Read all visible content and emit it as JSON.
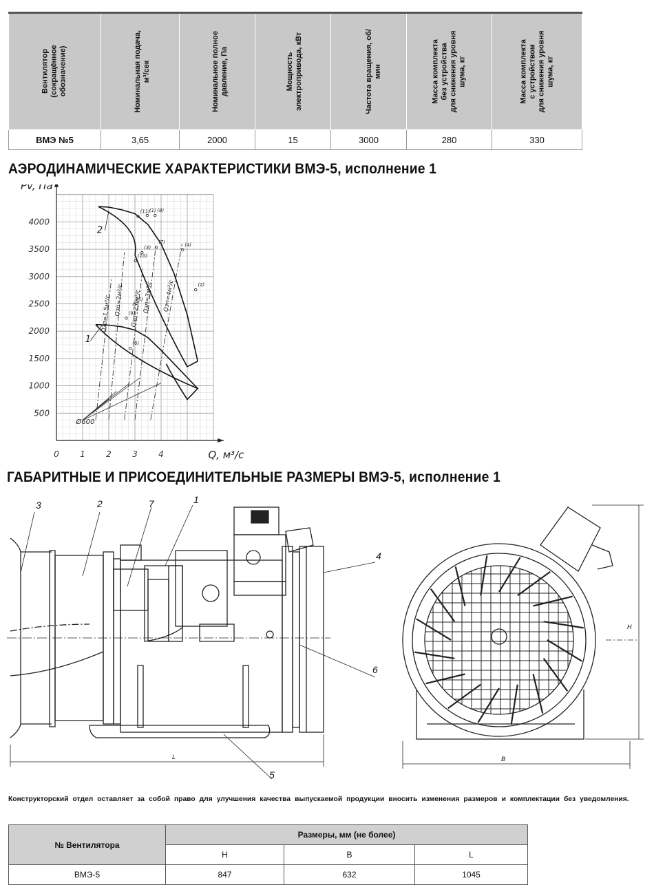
{
  "spec_table": {
    "headers": [
      "Вентилятор\n(сокращённое\nобозначение)",
      "Номинальная подача,\nм³/сек",
      "Номинальное полное\nдавление, Па",
      "Мощность\nэлектропривода, кВт",
      "Частота вращения, об/\nмин",
      "Масса комплекта\nбез устройства\nдля снижения уровня\nшума, кг",
      "Масса комплекта\nс устройством\nдля снижения уровня\nшума, кг"
    ],
    "row": [
      "ВМЭ №5",
      "3,65",
      "2000",
      "15",
      "3000",
      "280",
      "330"
    ]
  },
  "section1_title": "АЭРОДИНАМИЧЕСКИЕ ХАРАКТЕРИСТИКИ ВМЭ-5, исполнение 1",
  "section2_title": "ГАБАРИТНЫЕ И ПРИСОЕДИНИТЕЛЬНЫЕ РАЗМЕРЫ ВМЭ-5, исполнение 1",
  "chart_data": {
    "type": "line",
    "ylabel": "Pv, Па",
    "xlabel": "Q, м³/с",
    "xlim": [
      0,
      6
    ],
    "ylim": [
      0,
      4500
    ],
    "x_ticks": [
      "0",
      "1",
      "2",
      "3",
      "4"
    ],
    "y_ticks": [
      "500",
      "1000",
      "1500",
      "2000",
      "2500",
      "3000",
      "3500",
      "4000"
    ],
    "curve_labels": [
      "1",
      "2"
    ],
    "annotations": [
      "Ø600",
      "Qзп=1,5м³/с",
      "Qзп=2м³/с",
      "Qзп=2,6м³/с",
      "Qзп=3м³/с",
      "Qзп=4м³/с"
    ],
    "point_labels": [
      "(1)",
      "(2)",
      "(3)",
      "(4)",
      "(5)",
      "(6)",
      "(7)",
      "(8)",
      "(9)",
      "(10)",
      "(11)"
    ],
    "grid": true,
    "series": [
      {
        "name": "1",
        "x": [
          1.5,
          2.0,
          2.5,
          3.0,
          3.5,
          4.0,
          4.5,
          5.0,
          5.4
        ],
        "y": [
          2120,
          2110,
          2080,
          2020,
          1880,
          1650,
          1400,
          1150,
          950
        ]
      },
      {
        "name": "2",
        "x": [
          1.6,
          2.0,
          2.5,
          3.0,
          3.5,
          4.0,
          4.5,
          5.0,
          5.4
        ],
        "y": [
          4280,
          4270,
          4220,
          4150,
          3950,
          3600,
          3050,
          2300,
          1450
        ]
      }
    ]
  },
  "drawing": {
    "callouts": [
      "1",
      "2",
      "3",
      "4",
      "5",
      "6",
      "7"
    ],
    "dimension_labels": [
      "L",
      "B",
      "H"
    ]
  },
  "disclaimer": "Конструкторский отдел оставляет за собой право для улучшения качества выпускаемой продукции вносить изменения размеров и комплектации без уведомления.",
  "dims_table": {
    "name_header": "№ Вентилятора",
    "group_header": "Размеры, мм (не более)",
    "cols": [
      "H",
      "B",
      "L"
    ],
    "row": [
      "ВМЭ-5",
      "847",
      "632",
      "1045"
    ]
  }
}
